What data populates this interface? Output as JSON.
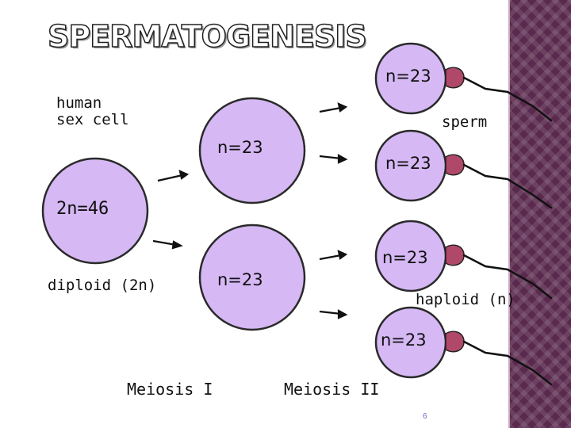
{
  "title": "SPERMATOGENESIS",
  "labels": {
    "human_sex_cell": "human\nsex cell",
    "diploid_count": "2n=46",
    "diploid": "diploid (2n)",
    "sperm": "sperm",
    "haploid": "haploid (n)",
    "meiosis_1": "Meiosis I",
    "meiosis_2": "Meiosis II"
  },
  "cells": {
    "secondary_top": "n=23",
    "secondary_bottom": "n=23",
    "sperm_1": "n=23",
    "sperm_2": "n=23",
    "sperm_3": "n=23",
    "sperm_4": "n=23"
  },
  "page_number": "6",
  "colors": {
    "cell_fill": "#d6b8f4",
    "cell_stroke": "#2a2a2a",
    "sperm_head": "#b0486a",
    "side_strip": "#5a2a4e"
  }
}
